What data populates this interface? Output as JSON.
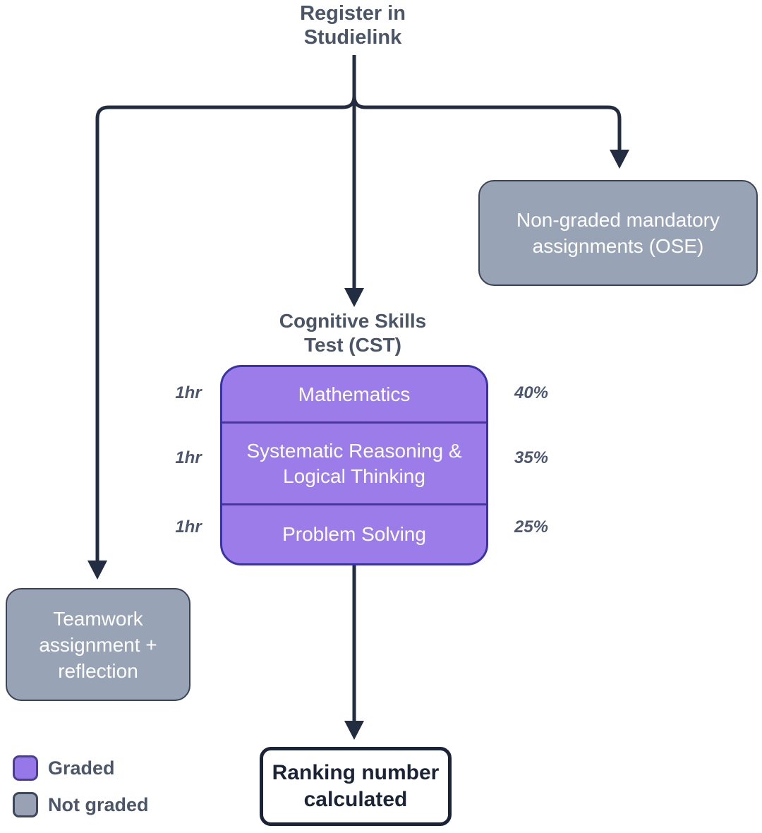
{
  "diagram": {
    "start": {
      "label": "Register in Studielink"
    },
    "nodes": {
      "ose": {
        "label": "Non-graded mandatory assignments (OSE)"
      },
      "teamwork": {
        "label": "Teamwork assignment + reflection"
      },
      "cst": {
        "title": "Cognitive Skills Test (CST)",
        "rows": [
          {
            "label": "Mathematics",
            "duration": "1hr",
            "weight": "40%"
          },
          {
            "label": "Systematic Reasoning & Logical Thinking",
            "duration": "1hr",
            "weight": "35%"
          },
          {
            "label": "Problem Solving",
            "duration": "1hr",
            "weight": "25%"
          }
        ]
      },
      "ranking": {
        "label": "Ranking number calculated"
      }
    },
    "legend": [
      {
        "label": "Graded",
        "color": "#9678e8"
      },
      {
        "label": "Not graded",
        "color": "#99a2b4"
      }
    ],
    "colors": {
      "graded_fill": "#9b7ce8",
      "graded_border": "#3833a6",
      "not_graded_fill": "#99a3b6",
      "not_graded_border": "#3a4458",
      "arrow": "#232d41",
      "heading_text": "#4a5568",
      "ranking_border": "#1b2437",
      "background": "#ffffff"
    }
  }
}
